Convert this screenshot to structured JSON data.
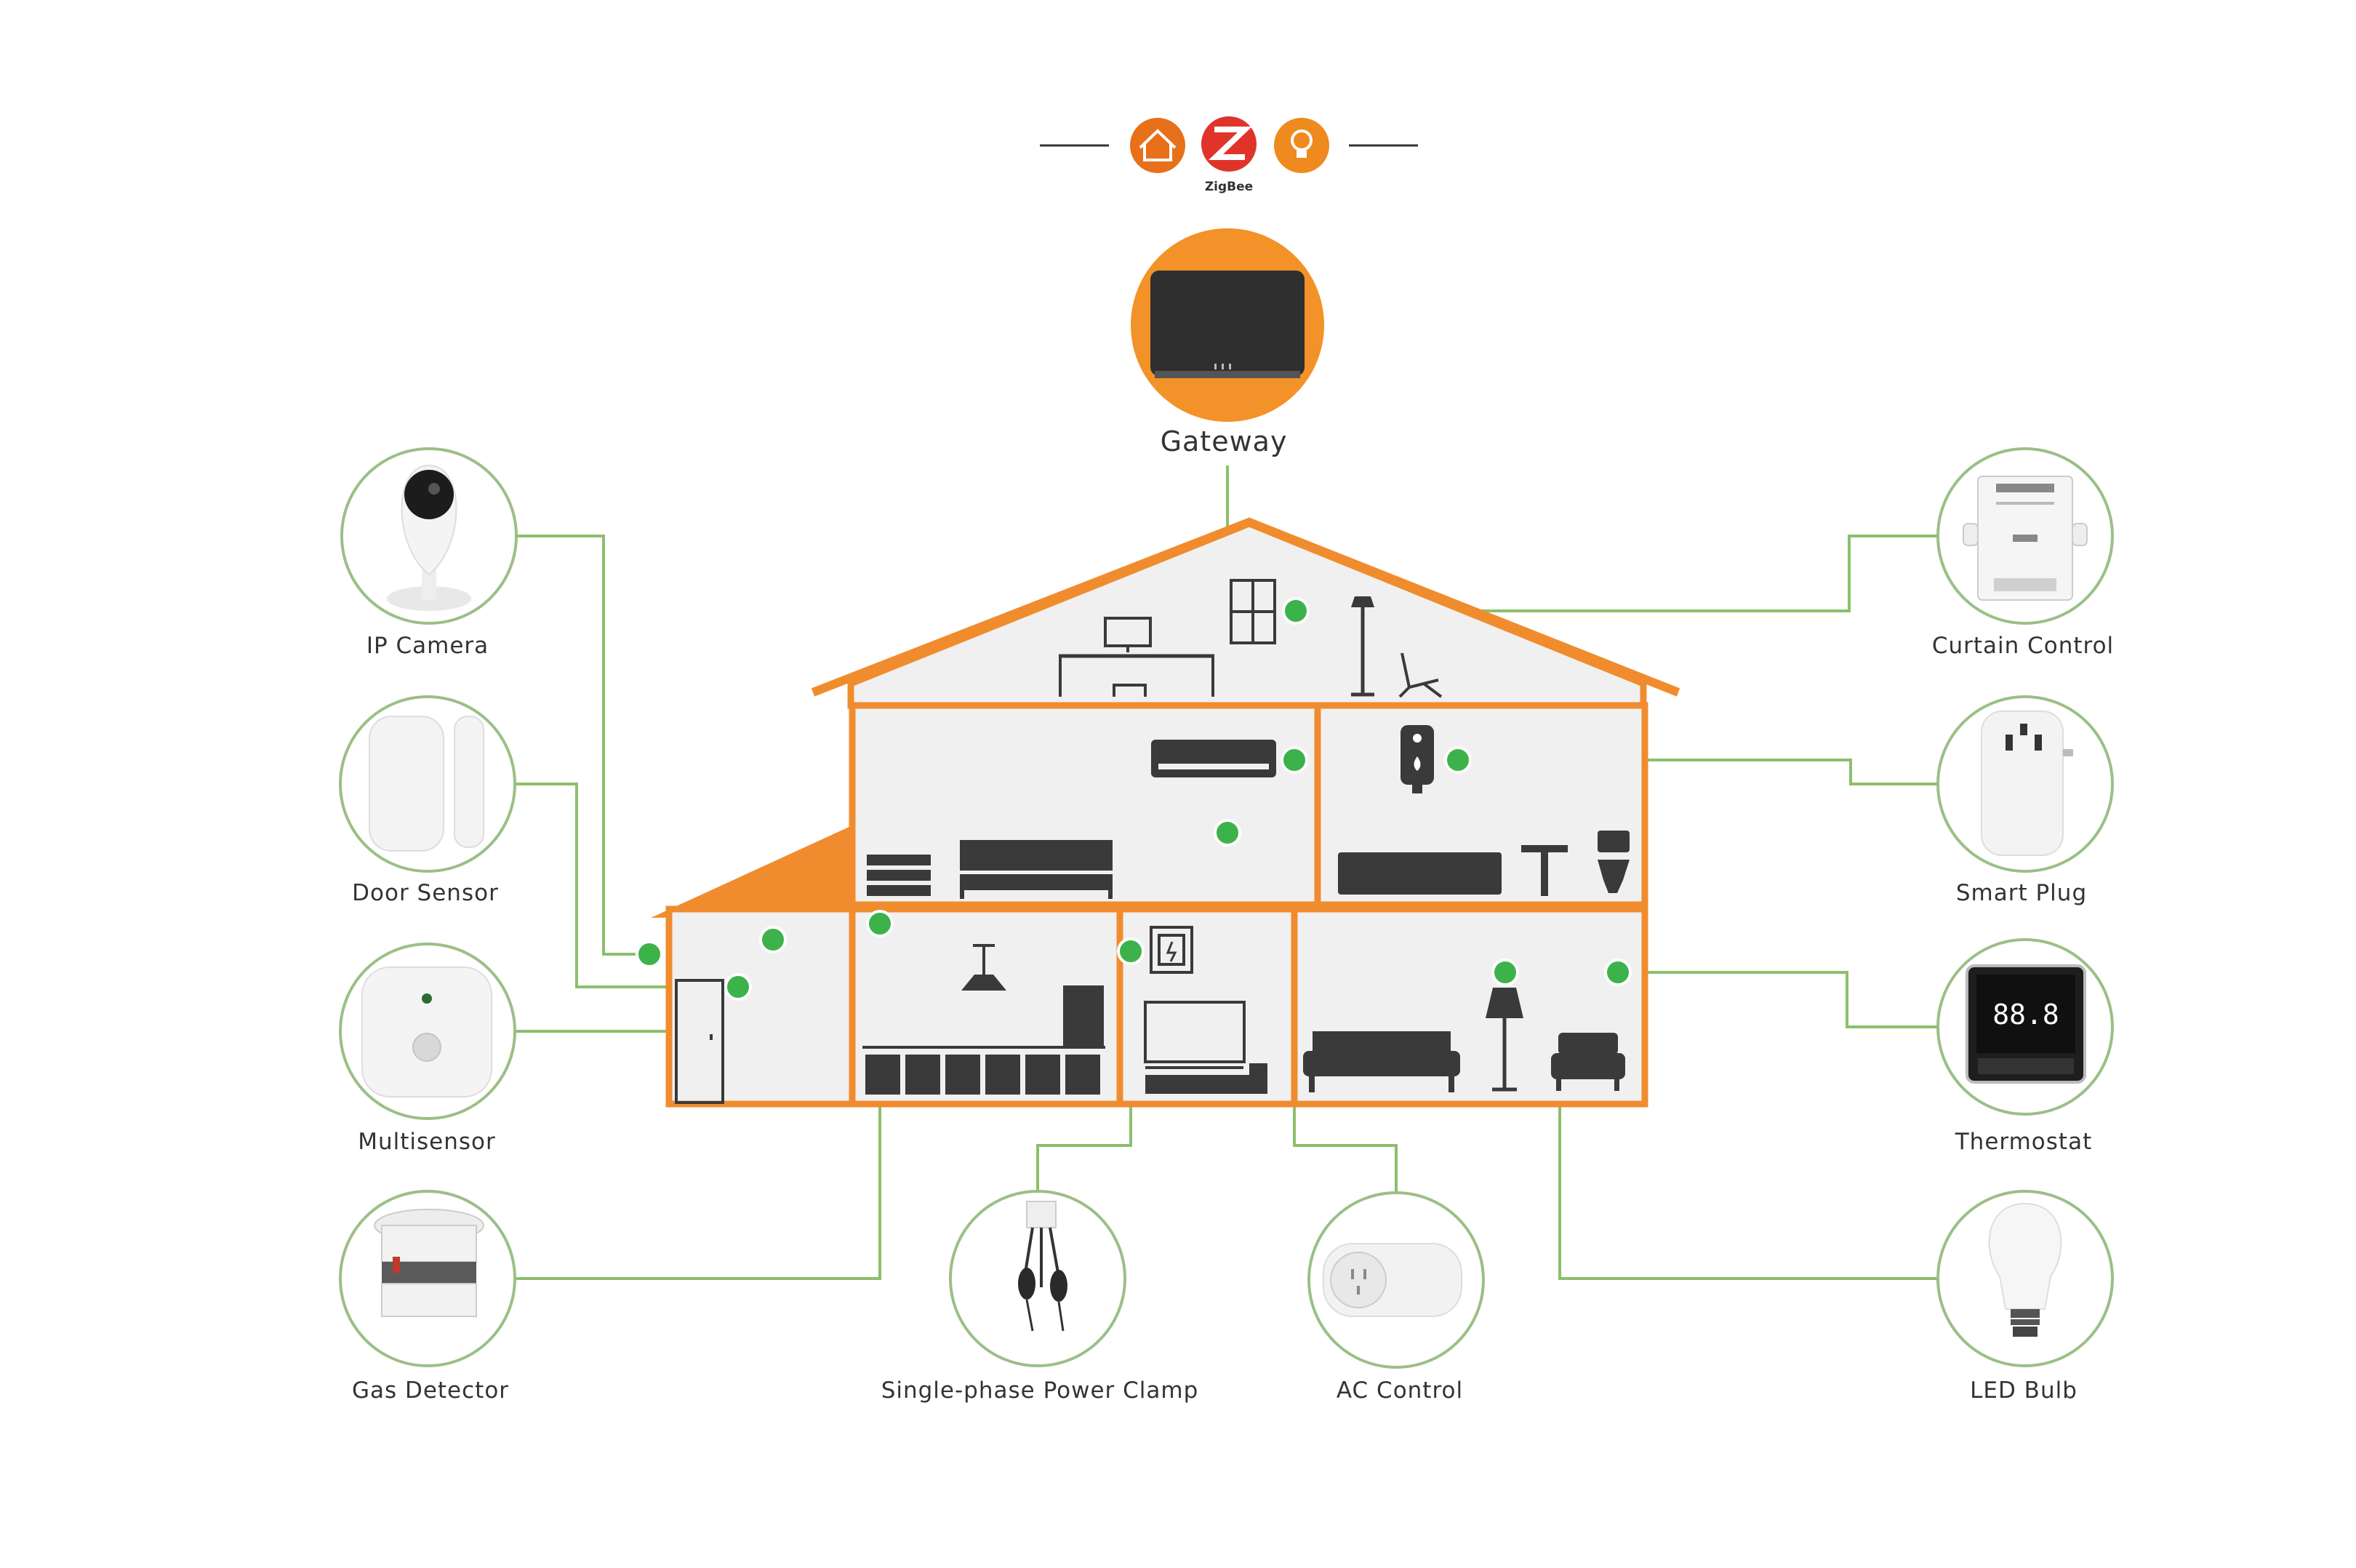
{
  "header": {
    "badge_text": "ZigBee",
    "icons": [
      "home-icon",
      "zigbee-logo",
      "light-bulb-icon"
    ]
  },
  "gateway": {
    "label": "Gateway"
  },
  "devices": {
    "ip_camera": "IP Camera",
    "door_sensor": "Door Sensor",
    "multisensor": "Multisensor",
    "gas_detector": "Gas Detector",
    "power_clamp": "Single-phase Power Clamp",
    "ac_control": "AC Control",
    "led_bulb": "LED Bulb",
    "thermostat": "Thermostat",
    "smart_plug": "Smart Plug",
    "curtain_control": "Curtain Control"
  },
  "thermostat_display": "88.8",
  "colors": {
    "accent_orange": "#f08c2e",
    "wire_green": "#8cbf6a",
    "node_green": "#3cb34a",
    "zigbee_red": "#e0342a"
  }
}
